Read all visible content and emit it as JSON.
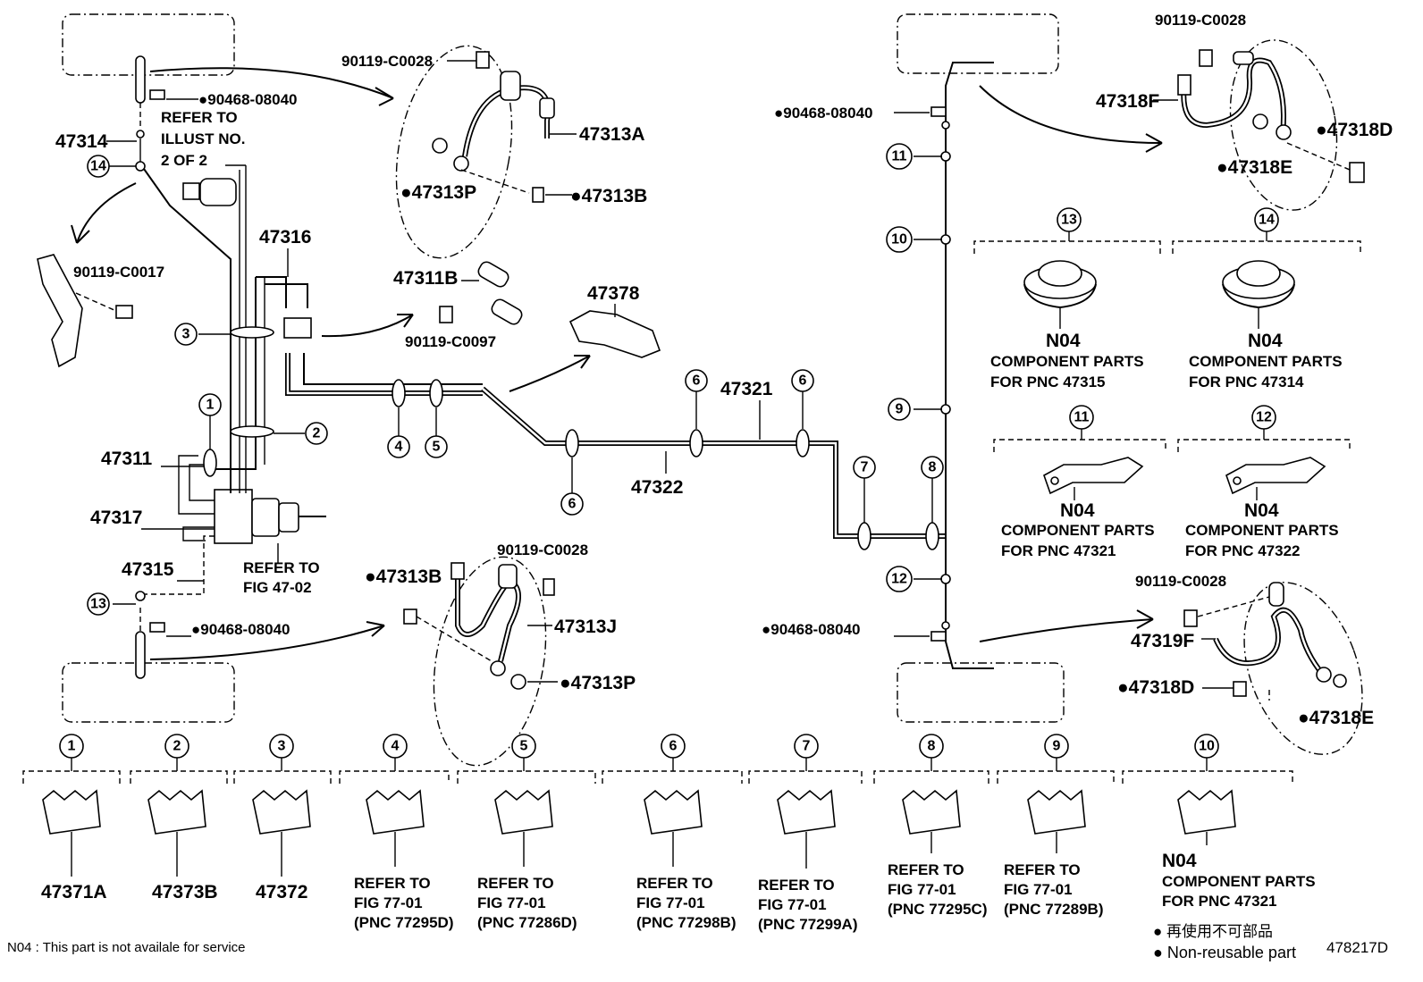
{
  "labels": {
    "p47314": "47314",
    "p47311": "47311",
    "p47317": "47317",
    "p47315": "47315",
    "p47316": "47316",
    "p47311B": "47311B",
    "p47378": "47378",
    "p47321": "47321",
    "p47322": "47322",
    "p47313A": "47313A",
    "p47313P_top": "●47313P",
    "p47313B_top": "●47313B",
    "p47313B_mid": "●47313B",
    "p47313J": "47313J",
    "p47313P_mid": "●47313P",
    "p47318F": "47318F",
    "p47318D_top": "●47318D",
    "p47318E_top": "●47318E",
    "p47319F": "47319F",
    "p47318D_bot": "●47318D",
    "p47318E_bot": "●47318E",
    "b90119_C0028_a": "90119-C0028",
    "b90119_C0028_b": "90119-C0028",
    "b90119_C0028_c": "90119-C0028",
    "b90119_C0028_d": "90119-C0028",
    "b90119_C0017": "90119-C0017",
    "b90119_C0097": "90119-C0097",
    "c90468_a": "●90468-08040",
    "c90468_b": "●90468-08040",
    "c90468_c": "●90468-08040",
    "c90468_d": "●90468-08040",
    "refer_illust_1": "REFER TO",
    "refer_illust_2": "ILLUST NO.",
    "refer_illust_3": "2 OF 2",
    "refer_fig_1": "REFER TO",
    "refer_fig_2": "FIG 47-02"
  },
  "callouts": [
    "1",
    "2",
    "3",
    "4",
    "5",
    "6",
    "7",
    "8",
    "9",
    "10",
    "11",
    "12",
    "13",
    "14"
  ],
  "component_boxes": [
    {
      "num": "13",
      "code": "N04",
      "line1": "COMPONENT PARTS",
      "line2": "FOR PNC 47315"
    },
    {
      "num": "14",
      "code": "N04",
      "line1": "COMPONENT PARTS",
      "line2": "FOR PNC 47314"
    },
    {
      "num": "11",
      "code": "N04",
      "line1": "COMPONENT PARTS",
      "line2": "FOR PNC 47321"
    },
    {
      "num": "12",
      "code": "N04",
      "line1": "COMPONENT PARTS",
      "line2": "FOR PNC 47322"
    }
  ],
  "clamps": [
    {
      "num": "1",
      "l1": "47371A"
    },
    {
      "num": "2",
      "l1": "47373B"
    },
    {
      "num": "3",
      "l1": "47372"
    },
    {
      "num": "4",
      "l1": "REFER TO",
      "l2": "FIG 77-01",
      "l3": "(PNC 77295D)"
    },
    {
      "num": "5",
      "l1": "REFER TO",
      "l2": "FIG 77-01",
      "l3": "(PNC 77286D)"
    },
    {
      "num": "6",
      "l1": "REFER TO",
      "l2": "FIG 77-01",
      "l3": "(PNC 77298B)"
    },
    {
      "num": "7",
      "l1": "REFER TO",
      "l2": "FIG 77-01",
      "l3": "(PNC 77299A)"
    },
    {
      "num": "8",
      "l1": "REFER TO",
      "l2": "FIG 77-01",
      "l3": "(PNC 77295C)"
    },
    {
      "num": "9",
      "l1": "REFER TO",
      "l2": "FIG 77-01",
      "l3": "(PNC 77289B)"
    },
    {
      "num": "10",
      "l1": "N04",
      "l2": "COMPONENT PARTS",
      "l3": "FOR PNC 47321"
    }
  ],
  "footer": {
    "note": "N04 : This part is not availale for service",
    "legend_jp": "● 再使用不可部品",
    "legend_en": "● Non-reusable part",
    "fig_id": "478217D"
  }
}
